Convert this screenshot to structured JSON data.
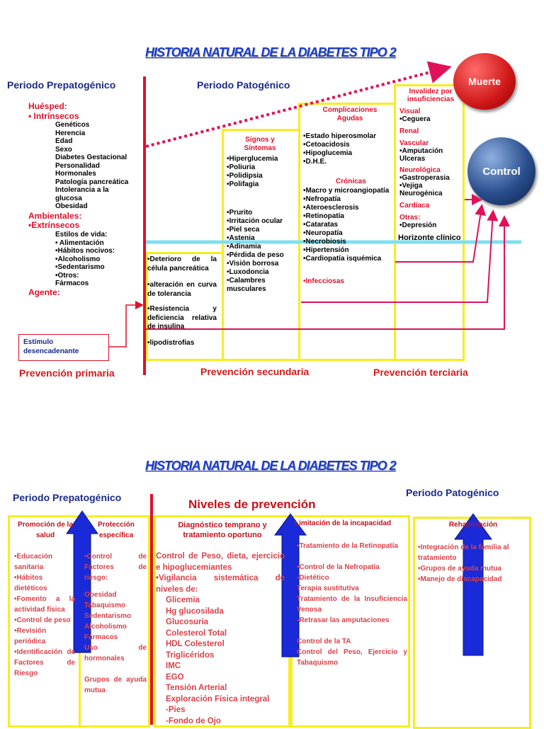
{
  "top": {
    "title": "HISTORIA NATURAL DE LA DIABETES TIPO 2",
    "pre_title": "Periodo Prepatogénico",
    "pat_title": "Periodo Patogénico",
    "huesped_label": "Huésped:",
    "intrinsecos_label": "• Intrínsecos",
    "intrinsecos_items": [
      "Genéticos",
      "Herencia",
      "Edad",
      "Sexo",
      "Diabetes Gestacional",
      "Personalidad",
      "Hormonales",
      "Patología pancreática",
      "Intolerancia a la glucosa",
      "Obesidad"
    ],
    "ambientales_label": "Ambientales:",
    "extrinsecos_label": "•Extrínsecos",
    "estilos_label": "Estilos de vida:",
    "estilos_items": [
      "• Alimentación",
      "•Hábitos nocivos:",
      "•Alcoholismo",
      "•Sedentarismo",
      "•Otros:",
      "Fármacos"
    ],
    "agente_label": "Agente:",
    "estimulo": "Estímulo desencadenante",
    "col1_items": [
      "•Deterioro de la célula pancreática",
      "•alteración en curva de tolerancia",
      "•Resistencia y deficiencia relativa de insulina",
      "•lipodistrofias"
    ],
    "signos_title": "Signos y Síntomas",
    "signos_items1": [
      "•Hiperglucemia",
      "•Poliuria",
      "•Polidipsia",
      "•Polifagia"
    ],
    "signos_items2": [
      "•Prurito",
      "•Irritación ocular",
      "•Piel seca",
      "•Astenia",
      "•Adinamia",
      "•Pérdida de peso",
      "•Visión borrosa",
      "•Luxodoncia",
      "•Calambres musculares"
    ],
    "compl_title": "Complicaciones Agudas",
    "compl_items": [
      "•Estado hiperosmolar",
      "•Cetoacidosis",
      "•Hipoglucemia",
      "•D.H.E."
    ],
    "cronicas_title": "Crónicas",
    "cronicas_items": [
      "•Macro y microangiopatía",
      "•Nefropatía",
      "•Ateroesclerosis",
      "•Retinopatía",
      "•Cataratas",
      "•Neuropatía",
      "•Necrobiosis",
      "•Hipertensión",
      "•Cardiopatía isquémica"
    ],
    "infecciosas": "•Infecciosas",
    "invalidez_title": "Invalidez por insuficiencias",
    "visual_label": "Visual",
    "visual_item": "•Ceguera",
    "renal_label": "Renal",
    "vascular_label": "Vascular",
    "vascular_items": [
      "•Amputación",
      "Ulceras"
    ],
    "neuro_label": "Neurológica",
    "neuro_items": [
      "•Gastroperasia",
      "•Vejiga",
      "Neurogénica"
    ],
    "cardiaca_label": "Cardíaca",
    "otras_label": "Otras:",
    "otras_item": "•Depresión",
    "horizonte": "Horizonte clínico",
    "muerte": "Muerte",
    "control": "Control",
    "prev_primaria": "Prevención primaria",
    "prev_secundaria": "Prevención secundaria",
    "prev_terciaria": "Prevención terciaria"
  },
  "bottom": {
    "title": "HISTORIA NATURAL DE LA DIABETES TIPO 2",
    "pre_title": "Periodo Prepatogénico",
    "pat_title": "Periodo Patogénico",
    "niveles": "Niveles de prevención",
    "promocion_title": "Promoción de la salud",
    "promocion_items": [
      "•Educación sanitaria",
      "•Hábitos dietéticos",
      "•Fomento a la actividad física",
      "•Control de peso",
      "•Revisión periódica",
      "•Identificación de Factores de Riesgo"
    ],
    "proteccion_title": "Protección específica",
    "proteccion_items": [
      "•Control de Factores de riesgo:",
      "",
      "Obesidad",
      "Tabaquismo",
      "Sedentarismo",
      "Alcoholismo",
      "Fármacos",
      "Uso de hormonales",
      "",
      "Grupos de ayuda mutua"
    ],
    "diag_title": "Diagnóstico temprano y tratamiento oportuno",
    "diag_intro": "Control de Peso, dieta, ejercicio e hipoglucemiantes",
    "diag_vig": "•Vigilancia sistemática de niveles de:",
    "diag_items": [
      "Glicemia",
      "Hg glucosilada",
      "Glucosuria",
      "Colesterol Total",
      "HDL Colesterol",
      "Triglicéridos",
      "IMC",
      "EGO",
      "Tensión Arterial",
      "Exploración Física integral",
      "-Pies",
      "-Fondo de Ojo"
    ],
    "limit_title": "Limitación de la incapacidad",
    "limit_items": [
      "•Tratamiento de la Retinopatía",
      "",
      "•Control de la Nefropatía",
      "-Dietético",
      "Terapia sustitutiva",
      "Tratamiento de la Insuficiencia Venosa",
      "-Retrasar las amputaciones",
      "",
      "Control de la TA",
      "Control del Peso, Ejercicio y Tabaquismo"
    ],
    "rehab_title": "Rehabilitación",
    "rehab_items": [
      "•Integración de la familia al tratamiento",
      "•Grupos de ayuda mutua",
      "•Manejo de discapacidad"
    ]
  },
  "colors": {
    "title_blue": "#1a3cc8",
    "heading_red": "#e0102a",
    "yellow": "#f6ee1e",
    "magenta": "#e0105a",
    "cyan": "#7fe0f0",
    "arrow_blue": "#1a2ad8"
  }
}
